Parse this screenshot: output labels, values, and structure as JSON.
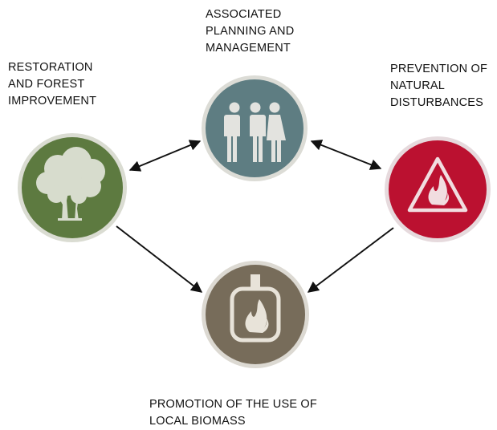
{
  "nodes": {
    "planning": {
      "lines": [
        "ASSOCIATED",
        "PLANNING AND",
        "MANAGEMENT"
      ],
      "color": "#5e7d82",
      "icon": "people-icon"
    },
    "restoration": {
      "lines": [
        "RESTORATION",
        "AND FOREST",
        "IMPROVEMENT"
      ],
      "color": "#5d7a40",
      "icon": "tree-icon"
    },
    "prevention": {
      "lines": [
        "PREVENTION OF",
        "NATURAL",
        "DISTURBANCES"
      ],
      "color": "#bb1130",
      "icon": "fire-warning-icon"
    },
    "biomass": {
      "lines": [
        "PROMOTION OF THE USE OF",
        "LOCAL BIOMASS"
      ],
      "color": "#776c5a",
      "icon": "stove-flame-icon"
    }
  },
  "edges": [
    {
      "from": "restoration",
      "to": "planning",
      "direction": "both"
    },
    {
      "from": "planning",
      "to": "prevention",
      "direction": "both"
    },
    {
      "from": "restoration",
      "to": "biomass",
      "direction": "forward"
    },
    {
      "from": "prevention",
      "to": "biomass",
      "direction": "forward"
    }
  ]
}
